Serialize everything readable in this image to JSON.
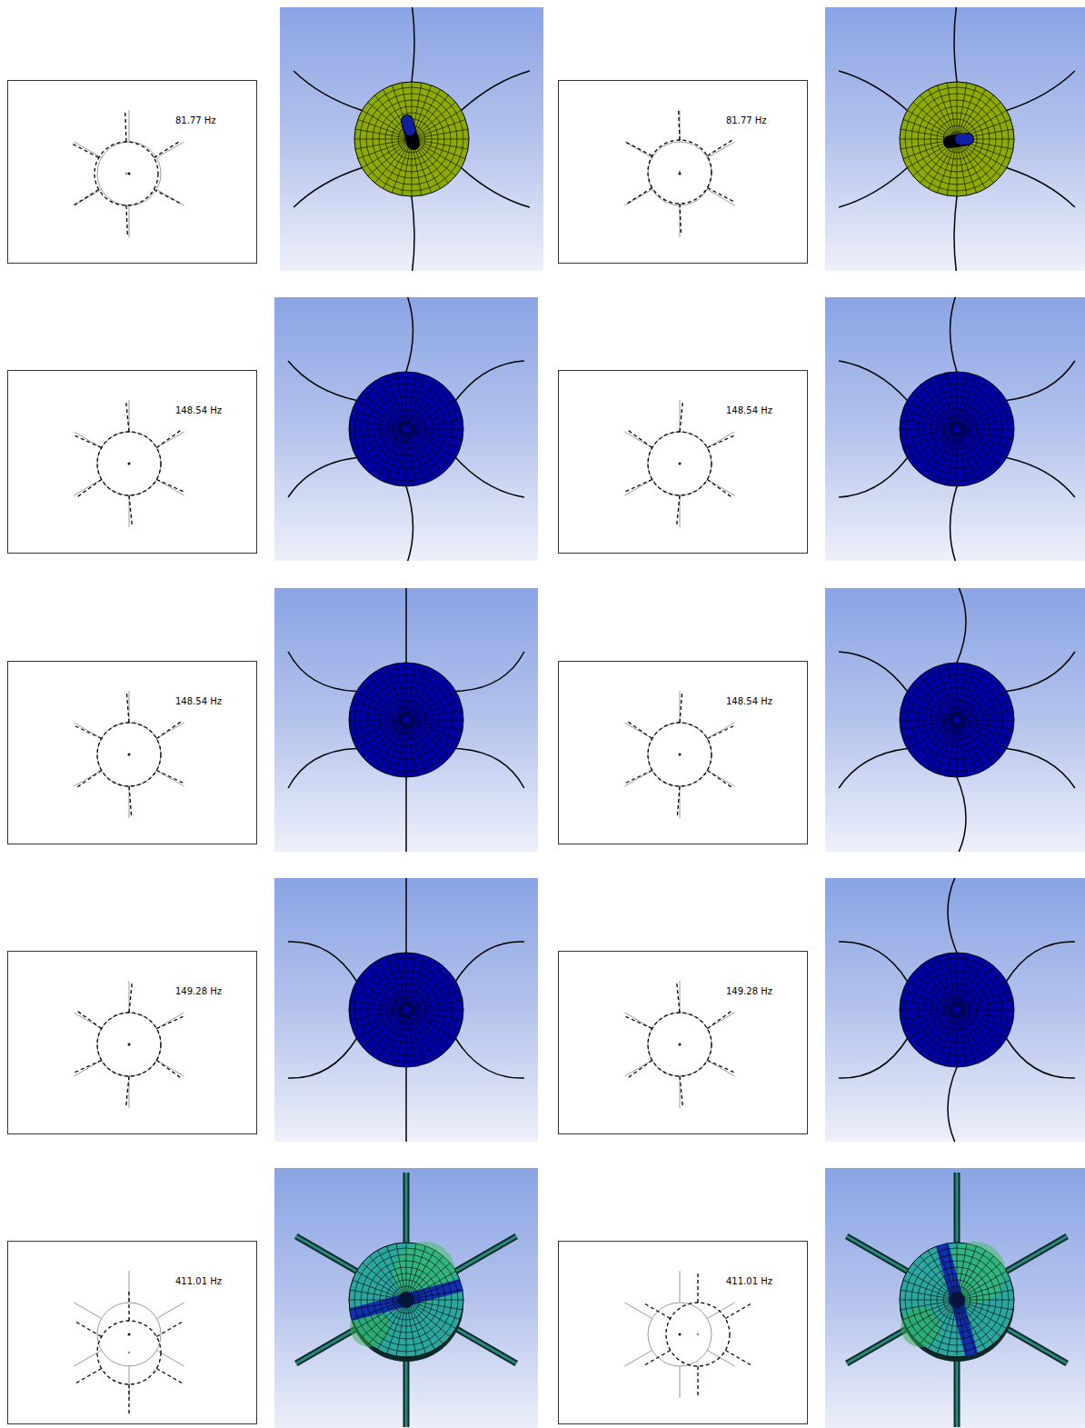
{
  "diagram": {
    "labels": [
      "81.77 Hz",
      "81.77 Hz",
      "148.54 Hz",
      "148.54 Hz",
      "148.54 Hz",
      "148.54 Hz",
      "149.28 Hz",
      "149.28 Hz",
      "411.01 Hz",
      "411.01 Hz"
    ]
  }
}
